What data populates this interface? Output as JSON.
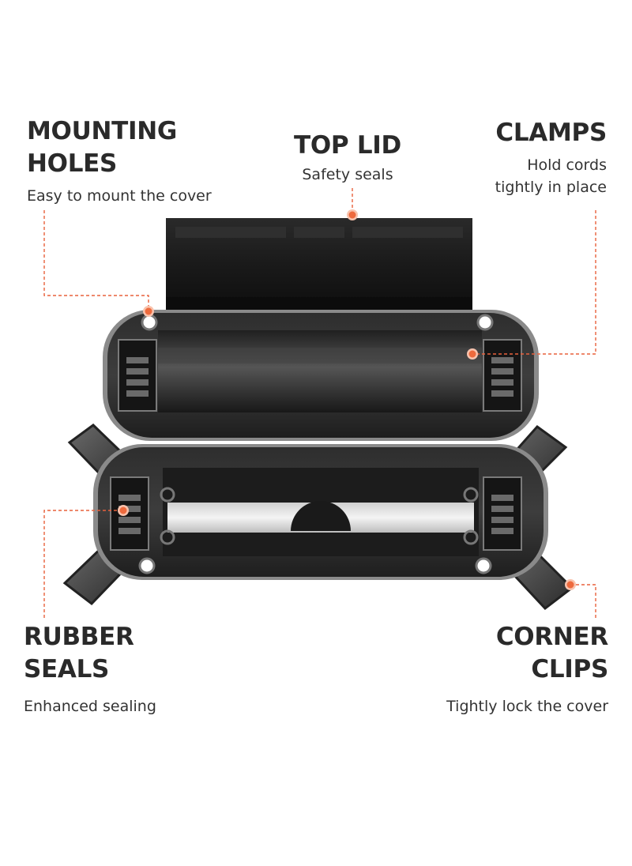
{
  "colors": {
    "accent": "#e8603c",
    "dot": "#ee6a3d",
    "text": "#2a2a2a",
    "plastic_dark": "#1c1c1c",
    "plastic_mid": "#3a3a3a",
    "plastic_light": "#8c8c8c"
  },
  "callouts": {
    "mounting_holes": {
      "title_line1": "MOUNTING",
      "title_line2": "HOLES",
      "desc": "Easy to mount the cover"
    },
    "top_lid": {
      "title": "TOP LID",
      "desc": "Safety seals"
    },
    "clamps": {
      "title": "CLAMPS",
      "desc_line1": "Hold cords",
      "desc_line2": "tightly in place"
    },
    "rubber_seals": {
      "title_line1": "RUBBER",
      "title_line2": "SEALS",
      "desc": "Enhanced sealing"
    },
    "corner_clips": {
      "title_line1": "CORNER",
      "title_line2": "CLIPS",
      "desc": "Tightly lock the cover"
    }
  }
}
